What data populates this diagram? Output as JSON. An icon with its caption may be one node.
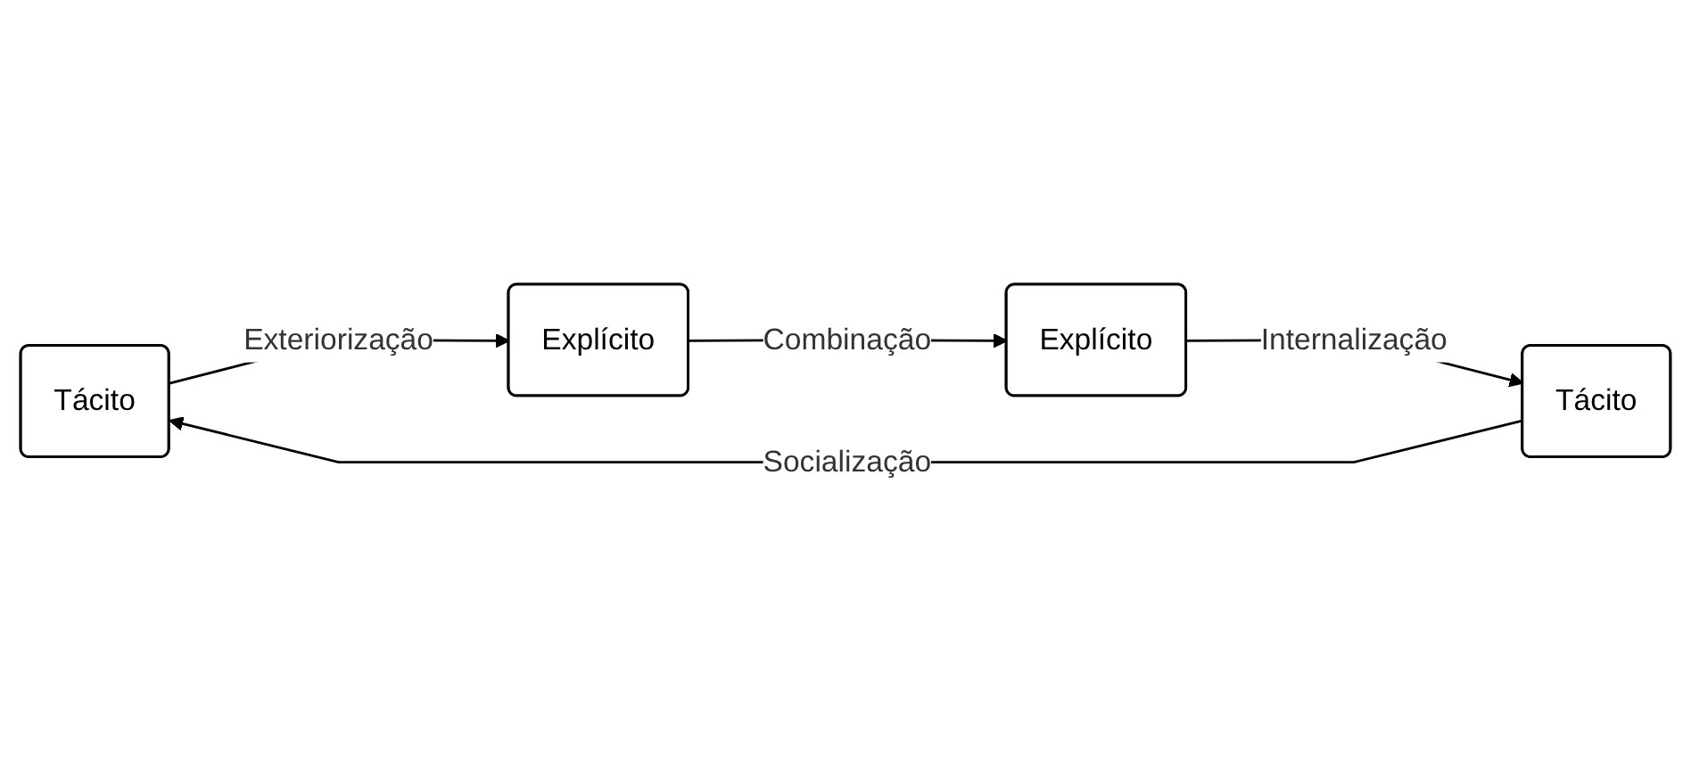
{
  "diagram": {
    "nodes": [
      {
        "text": [
          "Tácito"
        ]
      },
      {
        "text": [
          "Explícito"
        ]
      },
      {
        "text": [
          "Explícito"
        ]
      },
      {
        "text": [
          "Tácito"
        ]
      }
    ],
    "edges": [
      {
        "from": 0,
        "to": 1,
        "arrow": "to",
        "label": "Exteriorização"
      },
      {
        "from": 1,
        "to": 2,
        "arrow": "to",
        "label": "Combinação"
      },
      {
        "from": 2,
        "to": 3,
        "arrow": "to",
        "label": "Internalização"
      },
      {
        "from": 3,
        "to": 0,
        "arrow": "to",
        "label": "Socialização"
      }
    ]
  }
}
